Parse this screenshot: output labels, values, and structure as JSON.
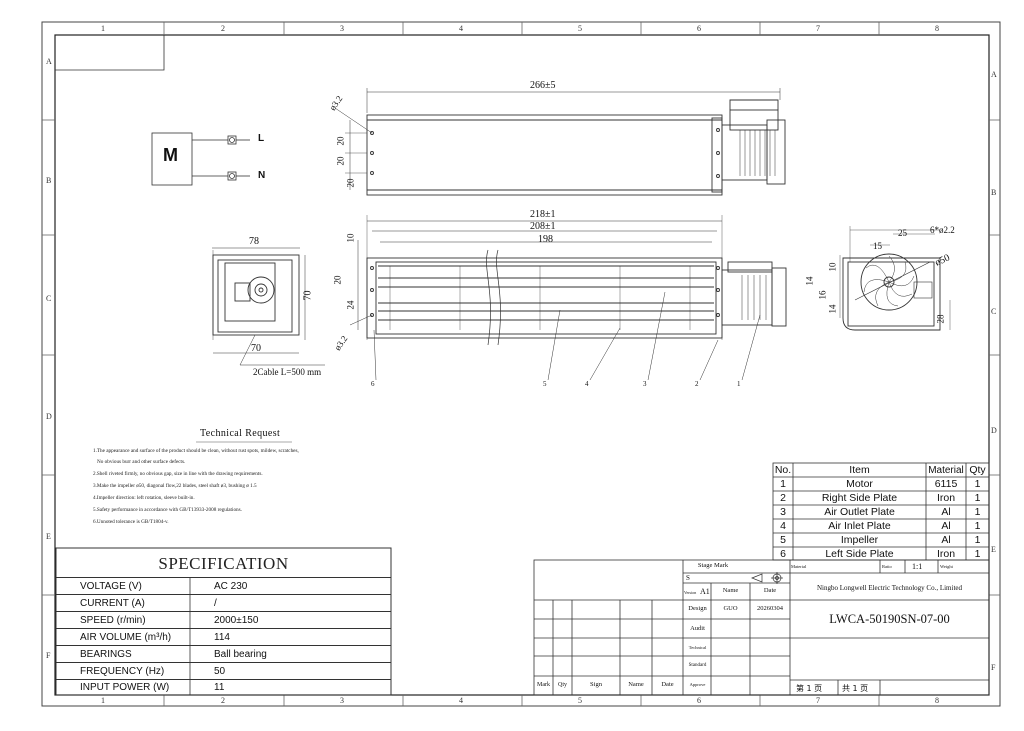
{
  "zones": {
    "columns": [
      "1",
      "2",
      "3",
      "4",
      "5",
      "6",
      "7",
      "8"
    ],
    "rows": [
      "A",
      "B",
      "C",
      "D",
      "E",
      "F"
    ]
  },
  "wiring": {
    "motor": "M",
    "terminal_1": "L",
    "terminal_2": "N"
  },
  "dimensions": {
    "length_total": "266±5",
    "len_218": "218±1",
    "len_208": "208±1",
    "len_198": "198",
    "d20a": "20",
    "d20b": "20",
    "d20c": "20",
    "d20d": "20",
    "d10": "10",
    "d24": "24",
    "hole_top": "ø3.2",
    "hole_bottom": "ø3.2",
    "side_width": "78",
    "side_height": "70",
    "side_bottom": "70",
    "cable": "2Cable L=500 mm",
    "r_15": "15",
    "r_25": "25",
    "r_holes": "6*ø2.2",
    "r_dia": "ø50",
    "r_10": "10",
    "r_14a": "14",
    "r_16": "16",
    "r_14b": "14",
    "r_28": "28"
  },
  "balloons": [
    "6",
    "5",
    "4",
    "3",
    "2",
    "1"
  ],
  "technical_request": {
    "title": "Technical Request",
    "items": [
      "1.The appearance and surface of the product should be clean, without rust spots, mildew, scratches,",
      "No obvious burr and other surface defects.",
      "2.Shell riveted firmly, no obvious gap, size in line with the drawing requirements.",
      "3.Make the impeller ø50, diagonal flow,22 blades, steel shaft ø3, bushing ø 1.5",
      "4.Impeller direction: left rotation,  sleeve built-in.",
      "5.Safety performance in accordance with GB/T13933-2008 regulations.",
      "6.Unnoted tolerance is GB/T1804-v."
    ]
  },
  "specification": {
    "title": "SPECIFICATION",
    "rows": [
      {
        "label": "VOLTAGE (V)",
        "value": "AC 230"
      },
      {
        "label": "CURRENT (A)",
        "value": "/"
      },
      {
        "label": "SPEED (r/min)",
        "value": "2000±150"
      },
      {
        "label": "AIR VOLUME (m³/h)",
        "value": "114"
      },
      {
        "label": "BEARINGS",
        "value": "Ball bearing"
      },
      {
        "label": "FREQUENCY (Hz)",
        "value": "50"
      },
      {
        "label": "INPUT POWER (W)",
        "value": "11"
      }
    ]
  },
  "bom": {
    "headers": [
      "No.",
      "Item",
      "Material",
      "Qty"
    ],
    "rows": [
      [
        "1",
        "Motor",
        "6115",
        "1"
      ],
      [
        "2",
        "Right Side Plate",
        "Iron",
        "1"
      ],
      [
        "3",
        "Air Outlet Plate",
        "Al",
        "1"
      ],
      [
        "4",
        "Air Inlet Plate",
        "Al",
        "1"
      ],
      [
        "5",
        "Impeller",
        "Al",
        "1"
      ],
      [
        "6",
        "Left Side Plate",
        "Iron",
        "1"
      ]
    ]
  },
  "title_block": {
    "material": "Material",
    "ratio_label": "Ratio",
    "ratio": "1:1",
    "weight": "Weight",
    "company": "Ningbo Longwell Electric Technology  Co., Limited",
    "drawing_no": "LWCA-50190SN-07-00",
    "stage_mark": "Stage Mark",
    "s": "S",
    "version_label": "Version",
    "version": "A1",
    "name": "Name",
    "date": "Date",
    "design": "Design",
    "designer": "GUO",
    "design_date": "20260304",
    "audit": "Audit",
    "technical": "Technical",
    "standard": "Standard",
    "approve": "Approve",
    "mark": "Mark",
    "qty": "Qty",
    "sign": "Sign",
    "name2": "Name",
    "date2": "Date",
    "page": "第 1 页",
    "pages": "共 1 页"
  }
}
